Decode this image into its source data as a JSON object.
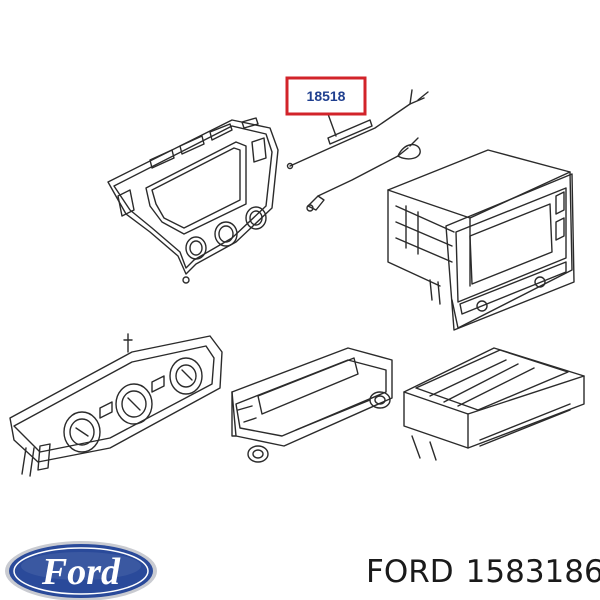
{
  "diagram": {
    "callout": {
      "part_code": "18518",
      "box_color": "#d2232a",
      "text_color": "#1f3f8f"
    },
    "line_color": "#2b2b2b"
  },
  "brand": {
    "logo_text": "Ford",
    "logo_color": "#1b3d8c"
  },
  "part_label": {
    "maker": "FORD",
    "number": "1583186"
  }
}
